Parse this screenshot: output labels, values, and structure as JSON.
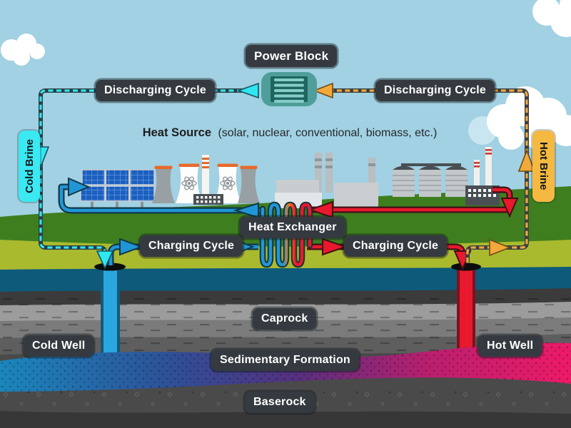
{
  "title": "Subsurface thermal energy storage diagram",
  "labels": {
    "power_block": "Power Block",
    "discharging_left": "Discharging Cycle",
    "discharging_right": "Discharging Cycle",
    "heat_source_title": "Heat Source",
    "heat_source_sub": "(solar, nuclear, conventional, biomass, etc.)",
    "cold_brine": "Cold Brine",
    "hot_brine": "Hot Brine",
    "heat_exchanger": "Heat Exchanger",
    "charging_left": "Charging Cycle",
    "charging_right": "Charging Cycle",
    "cold_well": "Cold Well",
    "hot_well": "Hot Well",
    "caprock": "Caprock",
    "sedimentary_formation": "Sedimentary Formation",
    "baserock": "Baserock"
  },
  "icons": {
    "power_block": "turbine-generator-icon",
    "heat_exchanger": "serpentine-coil-icon",
    "solar": "solar-panel-array-icon",
    "nuclear": "cooling-towers-atom-icon",
    "conventional": "smokestack-plant-icon",
    "storage": "storage-tanks-icon",
    "biomass": "factory-chimneys-icon",
    "clouds": "cloud-icon"
  },
  "colors": {
    "sky": "#a1d1e2",
    "cloud": "#ffffff",
    "grass_dark": "#3e7e1f",
    "grass_light": "#a9ba2e",
    "water_table": "#0d5a7b",
    "caprock_dark": "#3b3b3b",
    "caprock_light": "#9c9c9c",
    "caprock_mid": "#7b7b7b",
    "baserock": "#4a4a4a",
    "cold_brine_line": "#2ee7f0",
    "hot_brine_line": "#f2a93b",
    "cold_water_line": "#2196d6",
    "hot_water_line": "#e8192d",
    "reservoir_cold": "#1a86bb",
    "reservoir_hot": "#ed1a67",
    "label_bg": "#343a40",
    "label_text": "#ffffff",
    "cold_brine_label_bg": "#3be9f2",
    "hot_brine_label_bg": "#f5b841"
  }
}
